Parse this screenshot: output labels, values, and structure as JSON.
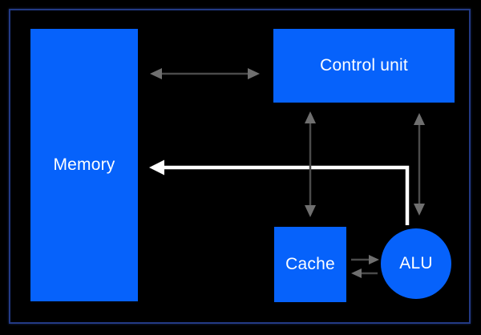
{
  "diagram": {
    "nodes": {
      "memory": {
        "label": "Memory"
      },
      "control_unit": {
        "label": "Control unit"
      },
      "cache": {
        "label": "Cache"
      },
      "alu": {
        "label": "ALU"
      }
    },
    "connectors": [
      {
        "name": "memory-control-unit-bus",
        "type": "double-headed-arrow",
        "color": "#6f6f6f"
      },
      {
        "name": "control-unit-cache-bus",
        "type": "double-headed-arrow",
        "color": "#6f6f6f"
      },
      {
        "name": "control-unit-alu-bus",
        "type": "double-headed-arrow",
        "color": "#6f6f6f"
      },
      {
        "name": "cache-to-alu",
        "type": "arrow",
        "color": "#6f6f6f"
      },
      {
        "name": "alu-to-cache",
        "type": "arrow",
        "color": "#6f6f6f"
      },
      {
        "name": "alu-to-memory",
        "type": "elbow-arrow",
        "color": "#ffffff"
      }
    ],
    "colors": {
      "background": "#000000",
      "frame_border": "#233a85",
      "node_fill": "#0662fb",
      "node_text": "#ffffff",
      "connector_line": "#4a4a4a",
      "connector_head": "#6f6f6f",
      "highlight_arrow": "#ffffff"
    }
  }
}
